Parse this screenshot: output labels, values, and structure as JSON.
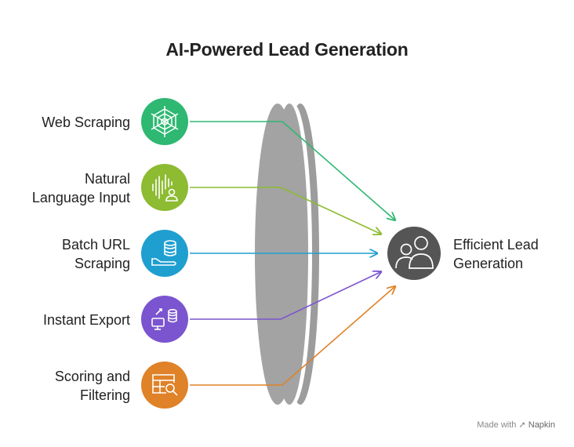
{
  "title": "AI-Powered Lead Generation",
  "inputs": [
    {
      "lines": [
        "Web Scraping"
      ],
      "icon": "spider-web-icon",
      "color": "#2eb872"
    },
    {
      "lines": [
        "Natural",
        "Language Input"
      ],
      "icon": "voice-user-icon",
      "color": "#8dbb32"
    },
    {
      "lines": [
        "Batch URL",
        "Scraping"
      ],
      "icon": "database-hand-icon",
      "color": "#1f9fd0"
    },
    {
      "lines": [
        "Instant Export"
      ],
      "icon": "export-computer-icon",
      "color": "#7b55cf"
    },
    {
      "lines": [
        "Scoring and",
        "Filtering"
      ],
      "icon": "table-search-icon",
      "color": "#df8228"
    }
  ],
  "output": {
    "lines": [
      "Efficient Lead",
      "Generation"
    ],
    "icon": "team-users-icon",
    "color": "#555555"
  },
  "lens_color": "#a0a0a0",
  "footer": {
    "prefix": "Made with",
    "brand": "Napkin"
  }
}
